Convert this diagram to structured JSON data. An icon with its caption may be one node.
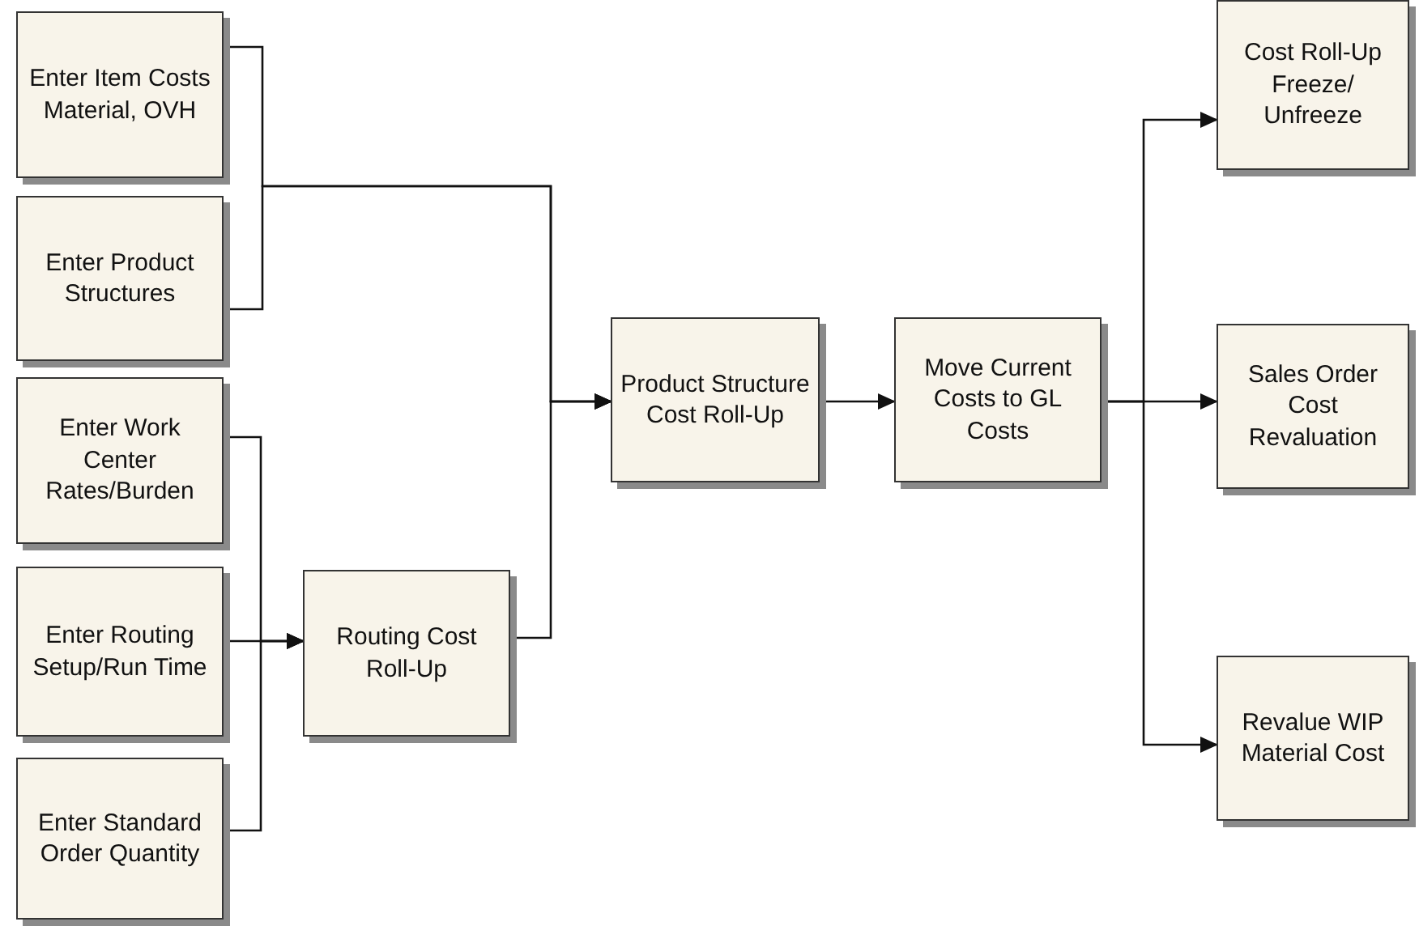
{
  "diagram": {
    "nodes": [
      {
        "text": [
          "Enter Item Costs Material, OVH"
        ]
      },
      {
        "text": [
          "Enter Product Structures"
        ]
      },
      {
        "text": [
          "Enter Work Center Rates/Burden"
        ]
      },
      {
        "text": [
          "Enter Routing Setup/Run Time"
        ]
      },
      {
        "text": [
          "Enter Standard Order Quantity"
        ]
      },
      {
        "text": [
          "Routing Cost Roll-Up"
        ]
      },
      {
        "text": [
          "Product Structure Cost Roll-Up"
        ]
      },
      {
        "text": [
          "Move Current Costs to GL Costs"
        ]
      },
      {
        "text": [
          "Cost Roll-Up Freeze/ Unfreeze"
        ]
      },
      {
        "text": [
          "Sales Order Cost Revaluation"
        ]
      },
      {
        "text": [
          "Revalue WIP Material Cost"
        ]
      }
    ],
    "edges": [
      {
        "from": 0,
        "to": 6,
        "arrow": "to"
      },
      {
        "from": 1,
        "to": 6,
        "arrow": "to"
      },
      {
        "from": 5,
        "to": 6,
        "arrow": "to"
      },
      {
        "from": 2,
        "to": 5,
        "arrow": "to"
      },
      {
        "from": 3,
        "to": 5,
        "arrow": "to"
      },
      {
        "from": 4,
        "to": 5,
        "arrow": "to"
      },
      {
        "from": 6,
        "to": 7,
        "arrow": "to"
      },
      {
        "from": 7,
        "to": 8,
        "arrow": "to"
      },
      {
        "from": 7,
        "to": 9,
        "arrow": "to"
      },
      {
        "from": 7,
        "to": 10,
        "arrow": "to"
      }
    ]
  }
}
